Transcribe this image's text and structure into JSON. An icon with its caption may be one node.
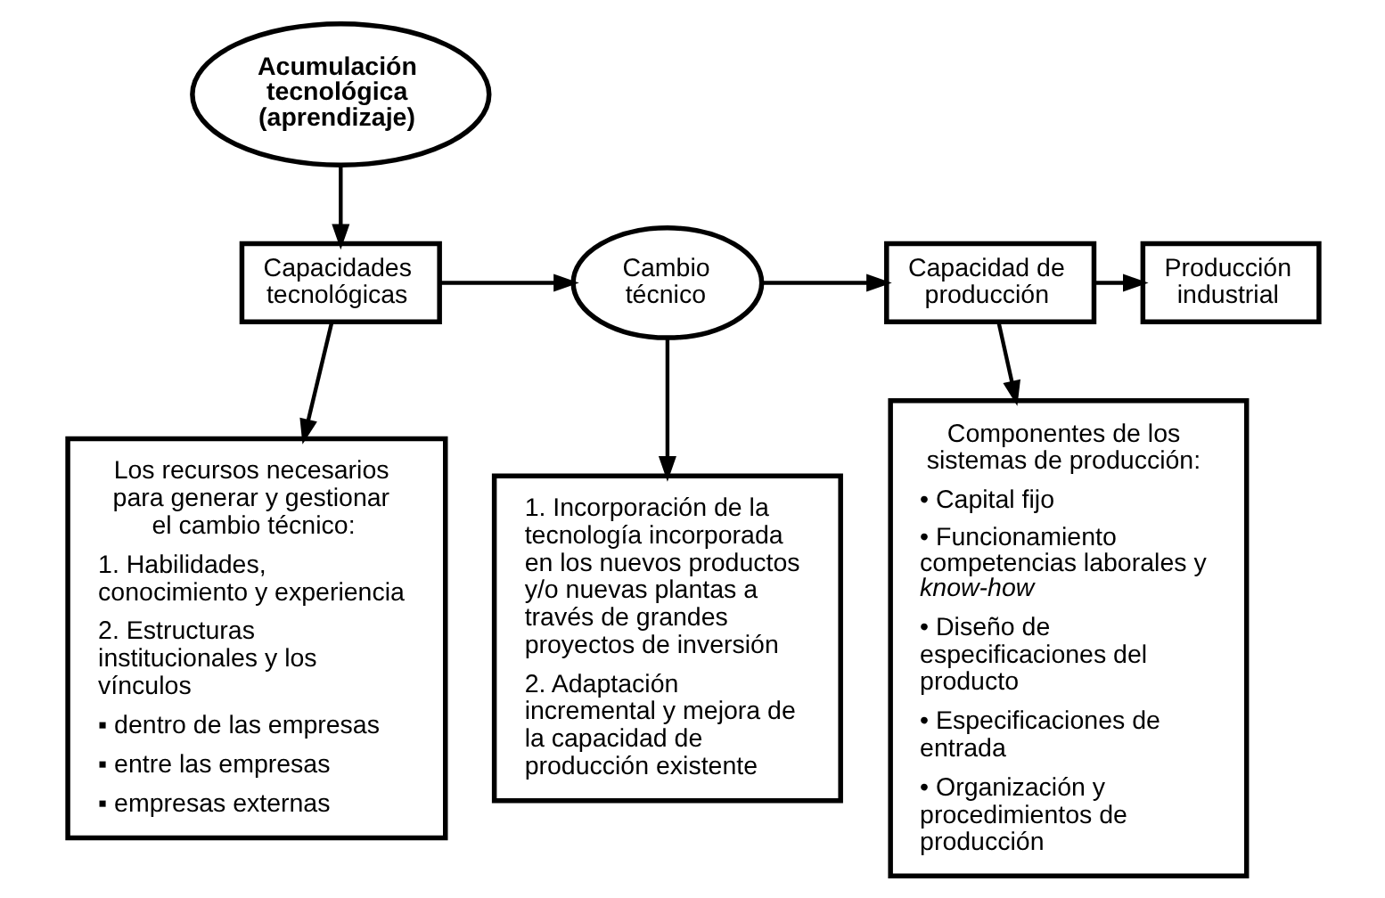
{
  "diagram": {
    "nodes": [
      {
        "text": [
          "Acumulación tecnológica (aprendizaje)"
        ]
      },
      {
        "text": [
          "Capacidades tecnológicas"
        ]
      },
      {
        "text": [
          "Cambio técnico"
        ]
      },
      {
        "text": [
          "Capacidad de producción"
        ]
      },
      {
        "text": [
          "Producción industrial"
        ]
      },
      {
        "text": [
          "Los recursos necesarios para generar y gestionar el cambio técnico:",
          "1. Habilidades, conocimiento y experiencia",
          "2. Estructuras institucionales y los vínculos",
          "▪ dentro de las empresas",
          "▪ entre las empresas",
          "▪ empresas externas"
        ]
      },
      {
        "text": [
          "1. Incorporación de la tecnología incorporada en los nuevos productos y/o nuevas plantas a través de grandes proyectos de inversión",
          "2. Adaptación incremental y mejora de la capacidad de producción existente"
        ]
      },
      {
        "text": [
          "Componentes de los sistemas de producción:",
          "• Capital fijo",
          "• Funcionamiento competencias laborales y *know-how*",
          "• Diseño de especificaciones del producto",
          "• Especificaciones de entrada",
          "• Organización y procedimientos de producción"
        ]
      }
    ],
    "edges": [
      {
        "from": 0,
        "to": 1,
        "arrow": "to"
      },
      {
        "from": 1,
        "to": 2,
        "arrow": "to"
      },
      {
        "from": 2,
        "to": 3,
        "arrow": "to"
      },
      {
        "from": 3,
        "to": 4,
        "arrow": "to"
      },
      {
        "from": 1,
        "to": 5,
        "arrow": "to"
      },
      {
        "from": 2,
        "to": 6,
        "arrow": "to"
      },
      {
        "from": 3,
        "to": 7,
        "arrow": "to"
      }
    ]
  }
}
